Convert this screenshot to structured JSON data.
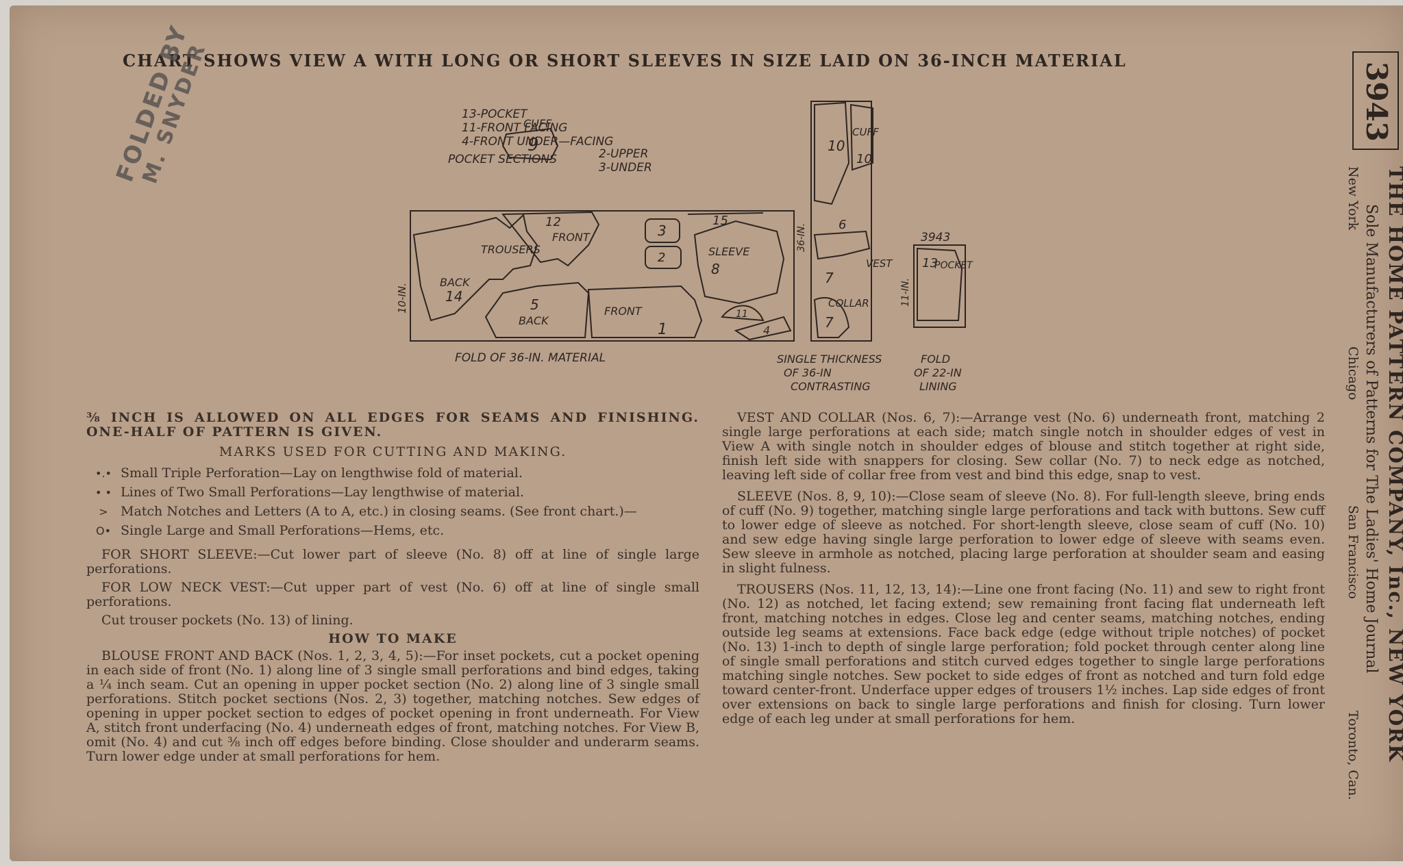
{
  "headline": "CHART SHOWS VIEW A WITH LONG OR SHORT SLEEVES IN SIZE   LAID ON 36-INCH MATERIAL",
  "stamp": {
    "line1": "FOLDED BY",
    "line2": "M. SNYDER"
  },
  "diagram": {
    "legend": [
      "13-POCKET",
      "11-FRONT FACING",
      "4-FRONT UNDER—FACING",
      "POCKET SECTIONS",
      "2-UPPER",
      "3-UNDER"
    ],
    "cuff_label": "CUFF",
    "cuff_num": "9",
    "pieces_main": {
      "back14": "BACK",
      "back14_num": "14",
      "trousers": "TROUSERS",
      "front12": "FRONT",
      "front12_num": "12",
      "p3": "3",
      "p2": "2",
      "sleeve": "SLEEVE",
      "sleeve_num": "8",
      "num15": "15",
      "back5": "BACK",
      "back5_num": "5",
      "front1": "FRONT",
      "front1_num": "1",
      "num11": "11",
      "num4": "4"
    },
    "side_10in": "10-IN.",
    "bottom_main": "FOLD OF 36-IN. MATERIAL",
    "contrast": {
      "num10": "10",
      "cuff": "CUFF",
      "num10b": "10",
      "num6": "6",
      "vest": "VEST",
      "num7": "7",
      "collar": "COLLAR",
      "num7b": "7",
      "side": "36-IN."
    },
    "contrast_caption": [
      "SINGLE THICKNESS",
      "OF 36-IN",
      "CONTRASTING"
    ],
    "lining": {
      "top": "3943",
      "num13": "13",
      "pocket": "POCKET",
      "side": "11-IN."
    },
    "lining_caption": [
      "FOLD",
      "OF 22-IN",
      "LINING"
    ]
  },
  "left": {
    "allowance": "⅜ INCH IS ALLOWED ON ALL EDGES FOR SEAMS AND FINISHING. ONE-HALF OF PATTERN IS GIVEN.",
    "marks_title": "MARKS USED FOR CUTTING AND MAKING.",
    "marks": [
      {
        "sym": "•.•",
        "text": "Small Triple Perforation—Lay on lengthwise fold of material."
      },
      {
        "sym": "• •",
        "text": "Lines of Two Small Perforations—Lay lengthwise of material."
      },
      {
        "sym": ">",
        "text": "Match Notches and Letters (A to A, etc.) in closing seams. (See front chart.)—"
      },
      {
        "sym": "O•",
        "text": "Single Large and Small Perforations—Hems, etc."
      }
    ],
    "short_sleeve": "FOR SHORT SLEEVE:—Cut lower part of sleeve (No. 8) off at line of single large perforations.",
    "low_neck": "FOR LOW NECK VEST:—Cut upper part of vest (No. 6) off at line of single small perforations.",
    "trouser_pockets": "Cut trouser pockets (No. 13) of lining.",
    "howto": "HOW TO MAKE",
    "blouse": "BLOUSE FRONT AND BACK (Nos. 1, 2, 3, 4, 5):—For inset pockets, cut a pocket opening in each side of front (No. 1) along line of 3 single small perforations and bind edges, taking a ¼ inch seam. Cut an opening in upper pocket section (No. 2) along line of 3 single small perforations. Stitch pocket sections (Nos. 2, 3) together, matching notches. Sew edges of opening in upper pocket section to edges of pocket opening in front underneath. For View A, stitch front underfacing (No. 4) underneath edges of front, matching notches. For View B, omit (No. 4) and cut ⅜ inch off edges before binding. Close shoulder and underarm seams. Turn lower edge under at small perforations for hem."
  },
  "right": {
    "vest": "VEST AND COLLAR (Nos. 6, 7):—Arrange vest (No. 6) underneath front, matching 2 single large perforations at each side; match single notch in shoulder edges of vest in View A with single notch in shoulder edges of blouse and stitch together at right side, finish left side with snappers for closing. Sew collar (No. 7) to neck edge as notched, leaving left side of collar free from vest and bind this edge, snap to vest.",
    "sleeve": "SLEEVE (Nos. 8, 9, 10):—Close seam of sleeve (No. 8). For full-length sleeve, bring ends of cuff (No. 9) together, matching single large perforations and tack with buttons. Sew cuff to lower edge of sleeve as notched. For short-length sleeve, close seam of cuff (No. 10) and sew edge having single large perforation to lower edge of sleeve with seams even. Sew sleeve in armhole as notched, placing large perforation at shoulder seam and easing in slight fulness.",
    "trousers": "TROUSERS (Nos. 11, 12, 13, 14):—Line one front facing (No. 11) and sew to right front (No. 12) as notched, let facing extend; sew remaining front facing flat underneath left front, matching notches in edges. Close leg and center seams, matching notches, ending outside leg seams at extensions. Face back edge (edge without triple notches) of pocket (No. 13) 1-inch to depth of single large perforation; fold pocket through center along line of single small perforations and stitch curved edges together to single large perforations matching single notches. Sew pocket to side edges of front as notched and turn fold edge toward center-front. Underface upper edges of trousers 1½ inches. Lap side edges of front over extensions on back to single large perforations and finish for closing. Turn lower edge of each leg under at small perforations for hem."
  },
  "side": {
    "number": "3943",
    "company": "THE HOME PATTERN COMPANY, Inc., NEW YORK",
    "subtitle": "Sole Manufacturers of Patterns for The Ladies' Home Journal",
    "city_ny": "New York",
    "city_chi": "Chicago",
    "city_sf": "San Francisco",
    "city_tor": "Toronto, Can."
  }
}
